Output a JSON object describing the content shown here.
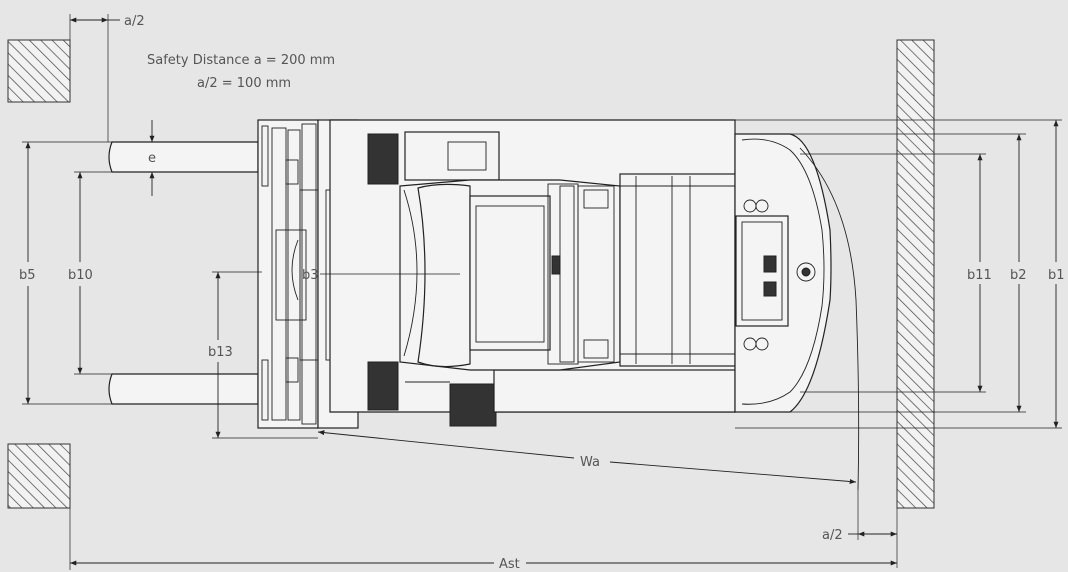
{
  "safety_note": {
    "line1": "Safety Distance a = 200 mm",
    "line2": "a/2 = 100 mm"
  },
  "dimensions": {
    "a_half_top": "a/2",
    "a_half_bottom": "a/2",
    "e": "e",
    "b5": "b5",
    "b10": "b10",
    "b3": "b3",
    "b13": "b13",
    "b11": "b11",
    "b2": "b2",
    "b1": "b1",
    "wa": "Wa",
    "ast": "Ast"
  },
  "colors": {
    "background": "#e6e6e6",
    "line": "#222222",
    "hatch_fill": "#f2f2f2",
    "text": "#555555"
  }
}
